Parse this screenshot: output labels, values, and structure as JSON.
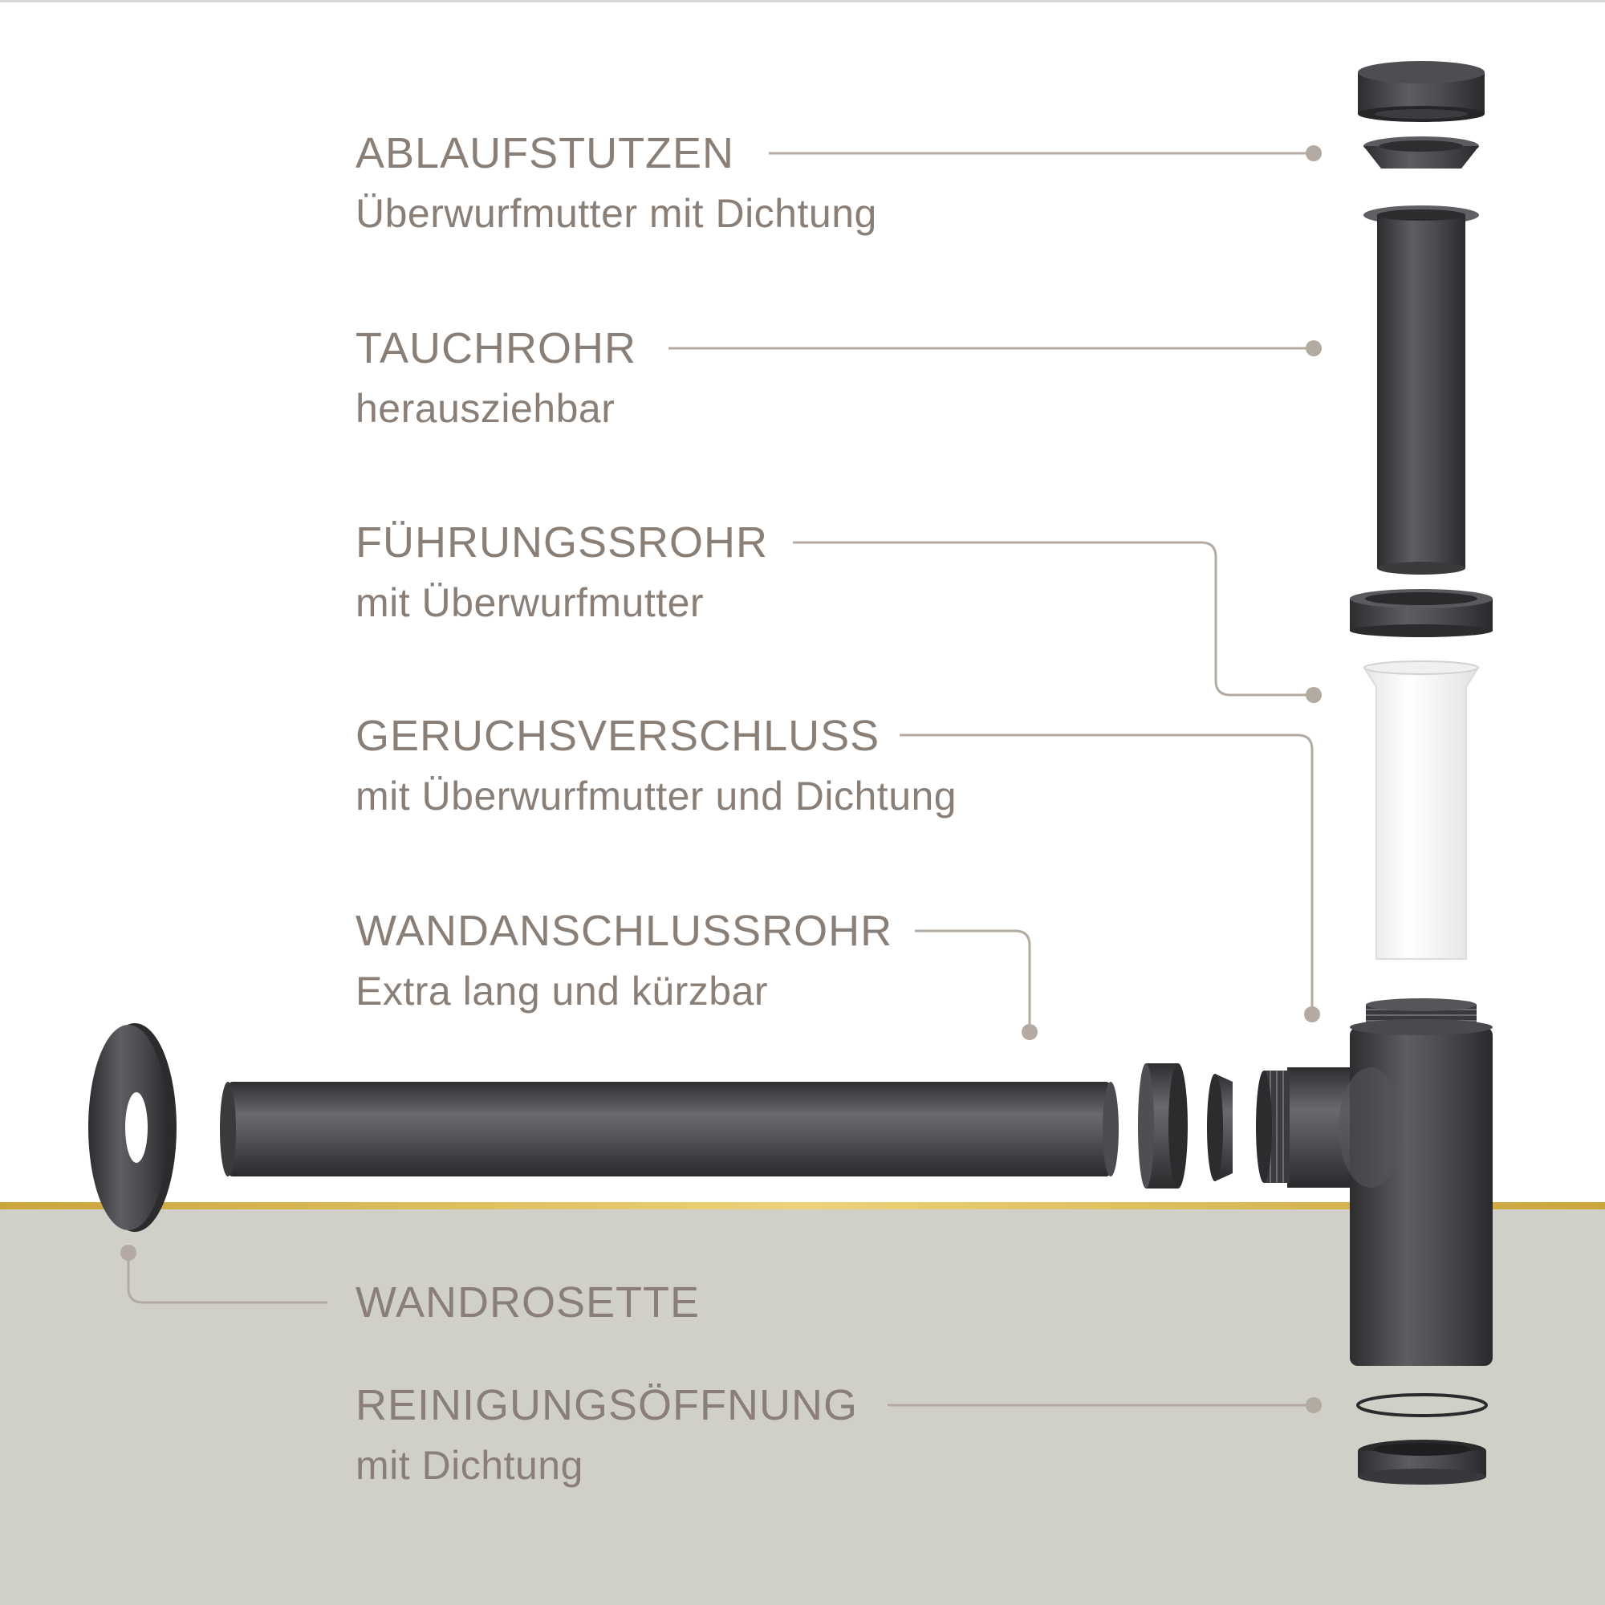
{
  "colors": {
    "background_top": "#ffffff",
    "background_bottom": "#d0d0c9",
    "gold_line": "#d9b84a",
    "label_text": "#8a7f77",
    "leader_line": "#b3aaa2",
    "metal": "#4a4a4e",
    "white_tube": "#f4f4f4"
  },
  "labels": [
    {
      "id": "ablaufstutzen",
      "title": "ABLAUFSTUTZEN",
      "subtitle": "Überwurfmutter mit Dichtung"
    },
    {
      "id": "tauchrohr",
      "title": "TAUCHROHR",
      "subtitle": "herausziehbar"
    },
    {
      "id": "fuehrungsrohr",
      "title": "FÜHRUNGSSROHR",
      "subtitle": "mit Überwurfmutter"
    },
    {
      "id": "geruchsverschluss",
      "title": "GERUCHSVERSCHLUSS",
      "subtitle": "mit Überwurfmutter und Dichtung"
    },
    {
      "id": "wandanschlussrohr",
      "title": "WANDANSCHLUSSROHR",
      "subtitle": "Extra lang und kürzbar"
    },
    {
      "id": "wandrosette",
      "title": "WANDROSETTE",
      "subtitle": ""
    },
    {
      "id": "reinigungsoeffnung",
      "title": "REINIGUNGSÖFFNUNG",
      "subtitle": "mit Dichtung"
    }
  ]
}
